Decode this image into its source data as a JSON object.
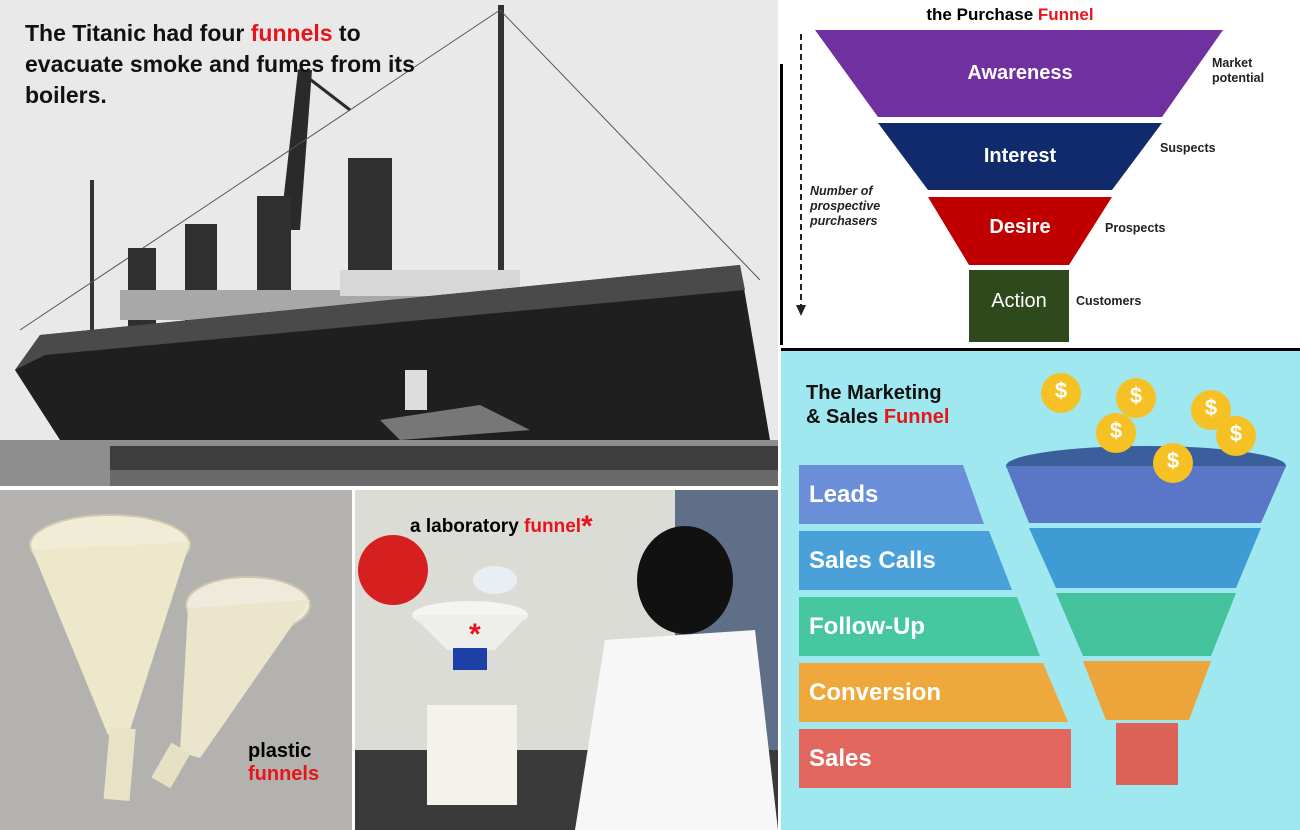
{
  "titanic": {
    "caption_part1": "The Titanic had four ",
    "caption_highlight": "funnels",
    "caption_part2": " to evacuate smoke and fumes from its boilers."
  },
  "purchase_funnel": {
    "title_part1": "the Purchase ",
    "title_highlight": "Funnel",
    "axis_label": "Number of prospective purchasers",
    "stages": [
      {
        "label": "Awareness",
        "side": "Market potential",
        "color": "#7030a0"
      },
      {
        "label": "Interest",
        "side": "Suspects",
        "color": "#112a6c"
      },
      {
        "label": "Desire",
        "side": "Prospects",
        "color": "#c00000"
      },
      {
        "label": "Action",
        "side": "Customers",
        "color": "#2e4a1c"
      }
    ]
  },
  "plastic": {
    "label_part1": "plastic",
    "label_highlight": "funnels"
  },
  "lab": {
    "label_part1": "a laboratory ",
    "label_highlight": "funnel",
    "asterisk": "*"
  },
  "marketing": {
    "title_line1": "The Marketing",
    "title_line2_part1": "& Sales ",
    "title_highlight": "Funnel",
    "stages": [
      {
        "label": "Leads",
        "color": "#6a8fd8"
      },
      {
        "label": "Sales Calls",
        "color": "#4aa0d8"
      },
      {
        "label": "Follow-Up",
        "color": "#47c7a0"
      },
      {
        "label": "Conversion",
        "color": "#efa83c"
      },
      {
        "label": "Sales",
        "color": "#e0665e"
      }
    ],
    "coin_symbol": "$"
  }
}
